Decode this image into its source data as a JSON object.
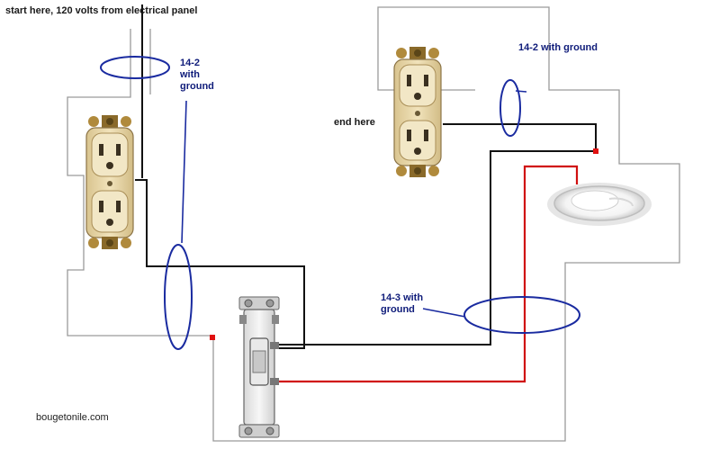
{
  "labels": {
    "start": "start here, 120 volts from electrical panel",
    "cable_left_line1": "14-2",
    "cable_left_line2": "with",
    "cable_left_line3": "ground",
    "end": "end here",
    "cable_right": "14-2 with ground",
    "cable_bottom_line1": "14-3 with",
    "cable_bottom_line2": "ground",
    "watermark": "bougetonile.com"
  },
  "colors": {
    "box_outline": "#9a9a9a",
    "wire_black": "#111111",
    "wire_red": "#d01010",
    "cable_ring": "#1a2ba0",
    "terminal_dot": "#e01010",
    "outlet_body": "#ead9ad",
    "outlet_brass": "#b08a3c",
    "switch_body": "#eeeeee",
    "lamp_glass": "#ffffff"
  },
  "icons": [
    "duplex-outlet-icon",
    "duplex-outlet-icon",
    "toggle-switch-icon",
    "ceiling-light-icon"
  ]
}
